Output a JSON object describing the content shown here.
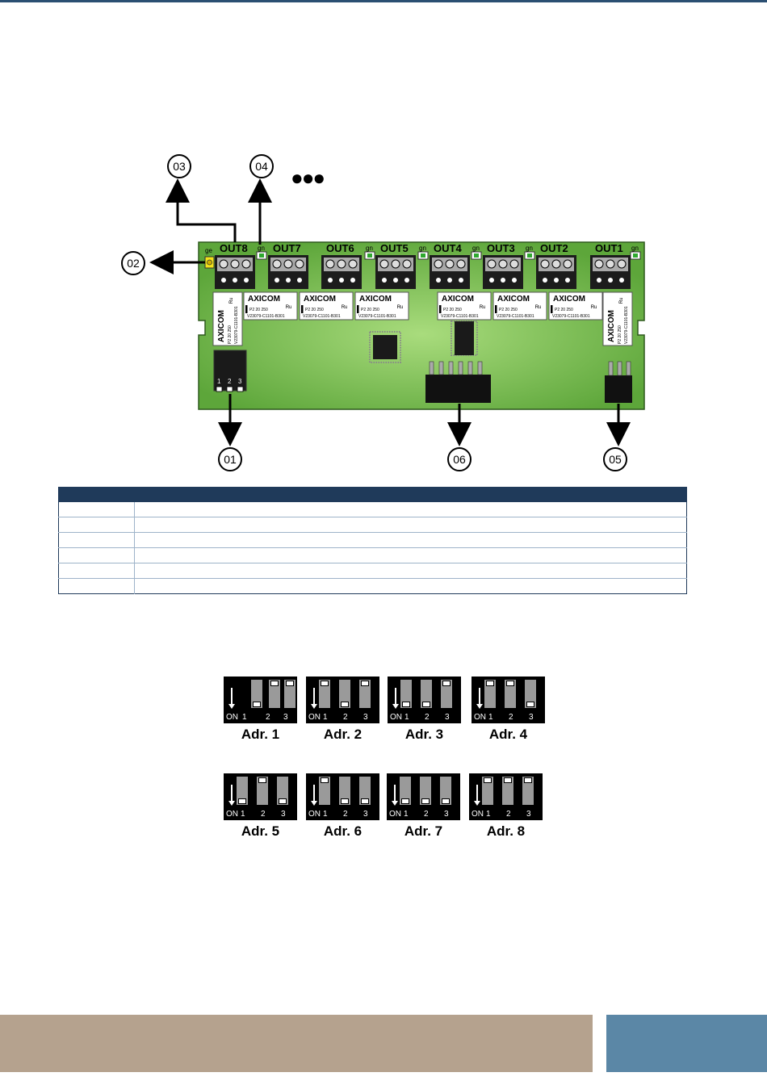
{
  "callouts": {
    "c01": "01",
    "c02": "02",
    "c03": "03",
    "c04": "04",
    "c05": "05",
    "c06": "06",
    "more": "●●●"
  },
  "board": {
    "outputs": [
      "OUT8",
      "OUT7",
      "OUT6",
      "OUT5",
      "OUT4",
      "OUT3",
      "OUT2",
      "OUT1"
    ],
    "led_ge": "ge",
    "led_gn": "gn",
    "relay_brand": "AXICOM",
    "relay_line1": "P2 20 250",
    "relay_line2": "V23079-C1101-B301",
    "relay_ul": "ᴿᵘ",
    "switch_numbers": [
      "1",
      "2",
      "3"
    ],
    "colors": {
      "pcb": "#5da63a",
      "pcb_light": "#9ed36f",
      "terminal": "#1c1c1c",
      "led_yellow": "#f2e21a"
    }
  },
  "table": {
    "header": [
      "",
      ""
    ],
    "rows": [
      [
        "",
        ""
      ],
      [
        "",
        ""
      ],
      [
        "",
        ""
      ],
      [
        "",
        ""
      ],
      [
        "",
        ""
      ],
      [
        "",
        ""
      ]
    ],
    "colors": {
      "header": "#1f3a5a",
      "grid": "#9eb3c9"
    }
  },
  "dip_switches": {
    "on_label": "ON",
    "numbers": [
      "1",
      "2",
      "3"
    ],
    "items": [
      {
        "caption": "Adr. 1",
        "state": [
          1,
          0,
          0
        ]
      },
      {
        "caption": "Adr. 2",
        "state": [
          0,
          1,
          0
        ]
      },
      {
        "caption": "Adr. 3",
        "state": [
          1,
          1,
          0
        ]
      },
      {
        "caption": "Adr. 4",
        "state": [
          0,
          0,
          1
        ]
      },
      {
        "caption": "Adr. 5",
        "state": [
          1,
          0,
          1
        ]
      },
      {
        "caption": "Adr. 6",
        "state": [
          0,
          1,
          1
        ]
      },
      {
        "caption": "Adr. 7",
        "state": [
          1,
          1,
          1
        ]
      },
      {
        "caption": "Adr. 8",
        "state": [
          0,
          0,
          0
        ]
      }
    ]
  },
  "footer": {
    "left_color": "#b5a28e",
    "right_color": "#5b87a6"
  }
}
